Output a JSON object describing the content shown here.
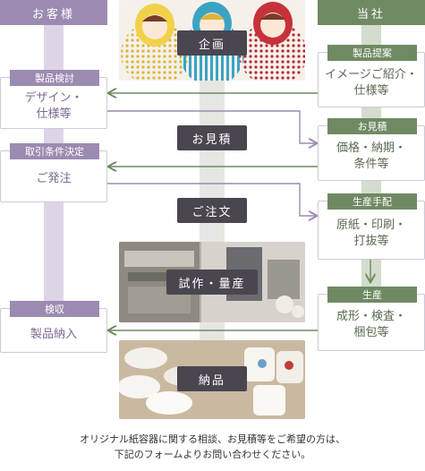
{
  "colors": {
    "customer": "#9c8bb1",
    "customer_bar": "#ddd5e6",
    "company": "#6f8a63",
    "company_bar": "#d3dccd",
    "center": "#e6e6e2"
  },
  "headers": {
    "customer": "お客様",
    "company": "当社"
  },
  "customer_steps": [
    {
      "tag": "製品検討",
      "lines": [
        "デザイン・",
        "仕様等"
      ]
    },
    {
      "tag": "取引条件決定",
      "lines": [
        "ご発注"
      ]
    },
    {
      "tag": "検収",
      "lines": [
        "製品納入"
      ]
    }
  ],
  "company_steps": [
    {
      "tag": "製品提案",
      "lines": [
        "イメージご紹介・",
        "仕様等"
      ]
    },
    {
      "tag": "お見積",
      "lines": [
        "価格・納期・",
        "条件等"
      ]
    },
    {
      "tag": "生産手配",
      "lines": [
        "原紙・印刷・",
        "打抜等"
      ]
    },
    {
      "tag": "生産",
      "lines": [
        "成形・検査・",
        "梱包等"
      ]
    }
  ],
  "center_steps": [
    "企画",
    "お見積",
    "ご注文",
    "試作・量産",
    "納品"
  ],
  "footer": {
    "line1": "オリジナル紙容器に関する相談、お見積等をご希望の方は、",
    "line2": "下記のフォームよりお問い合わせください。"
  }
}
